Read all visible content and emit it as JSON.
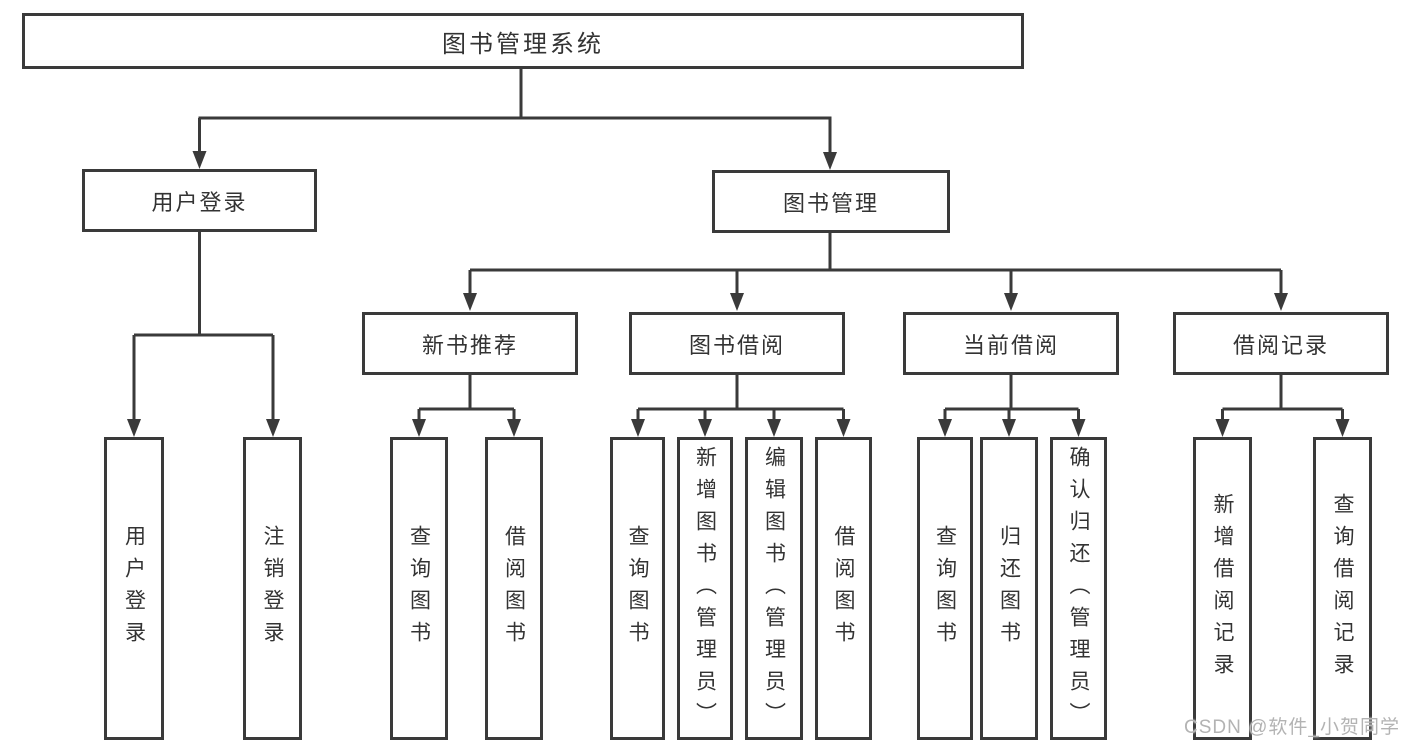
{
  "nodes": {
    "root": "图书管理系统",
    "level2": {
      "user_login": "用户登录",
      "book_management": "图书管理"
    },
    "level3": {
      "new_book_recommend": "新书推荐",
      "book_borrow": "图书借阅",
      "current_borrow": "当前借阅",
      "borrow_records": "借阅记录"
    },
    "level4": {
      "user_login_children": {
        "login": "用户登录",
        "logout": "注销登录"
      },
      "recommend_children": {
        "query_books": "查询图书",
        "borrow_books": "借阅图书"
      },
      "borrow_children": {
        "query_books": "查询图书",
        "add_books_admin": "新增图书（管理员）",
        "edit_books_admin": "编辑图书（管理员）",
        "borrow_books": "借阅图书"
      },
      "current_children": {
        "query_books": "查询图书",
        "return_books": "归还图书",
        "confirm_return_admin": "确认归还（管理员）"
      },
      "records_children": {
        "add_record": "新增借阅记录",
        "query_record": "查询借阅记录"
      }
    }
  },
  "watermark": "CSDN @软件_小贺同学",
  "colors": {
    "line": "#3a3a3a",
    "text": "#333333",
    "watermark": "#b3b3b3",
    "background": "#ffffff"
  }
}
